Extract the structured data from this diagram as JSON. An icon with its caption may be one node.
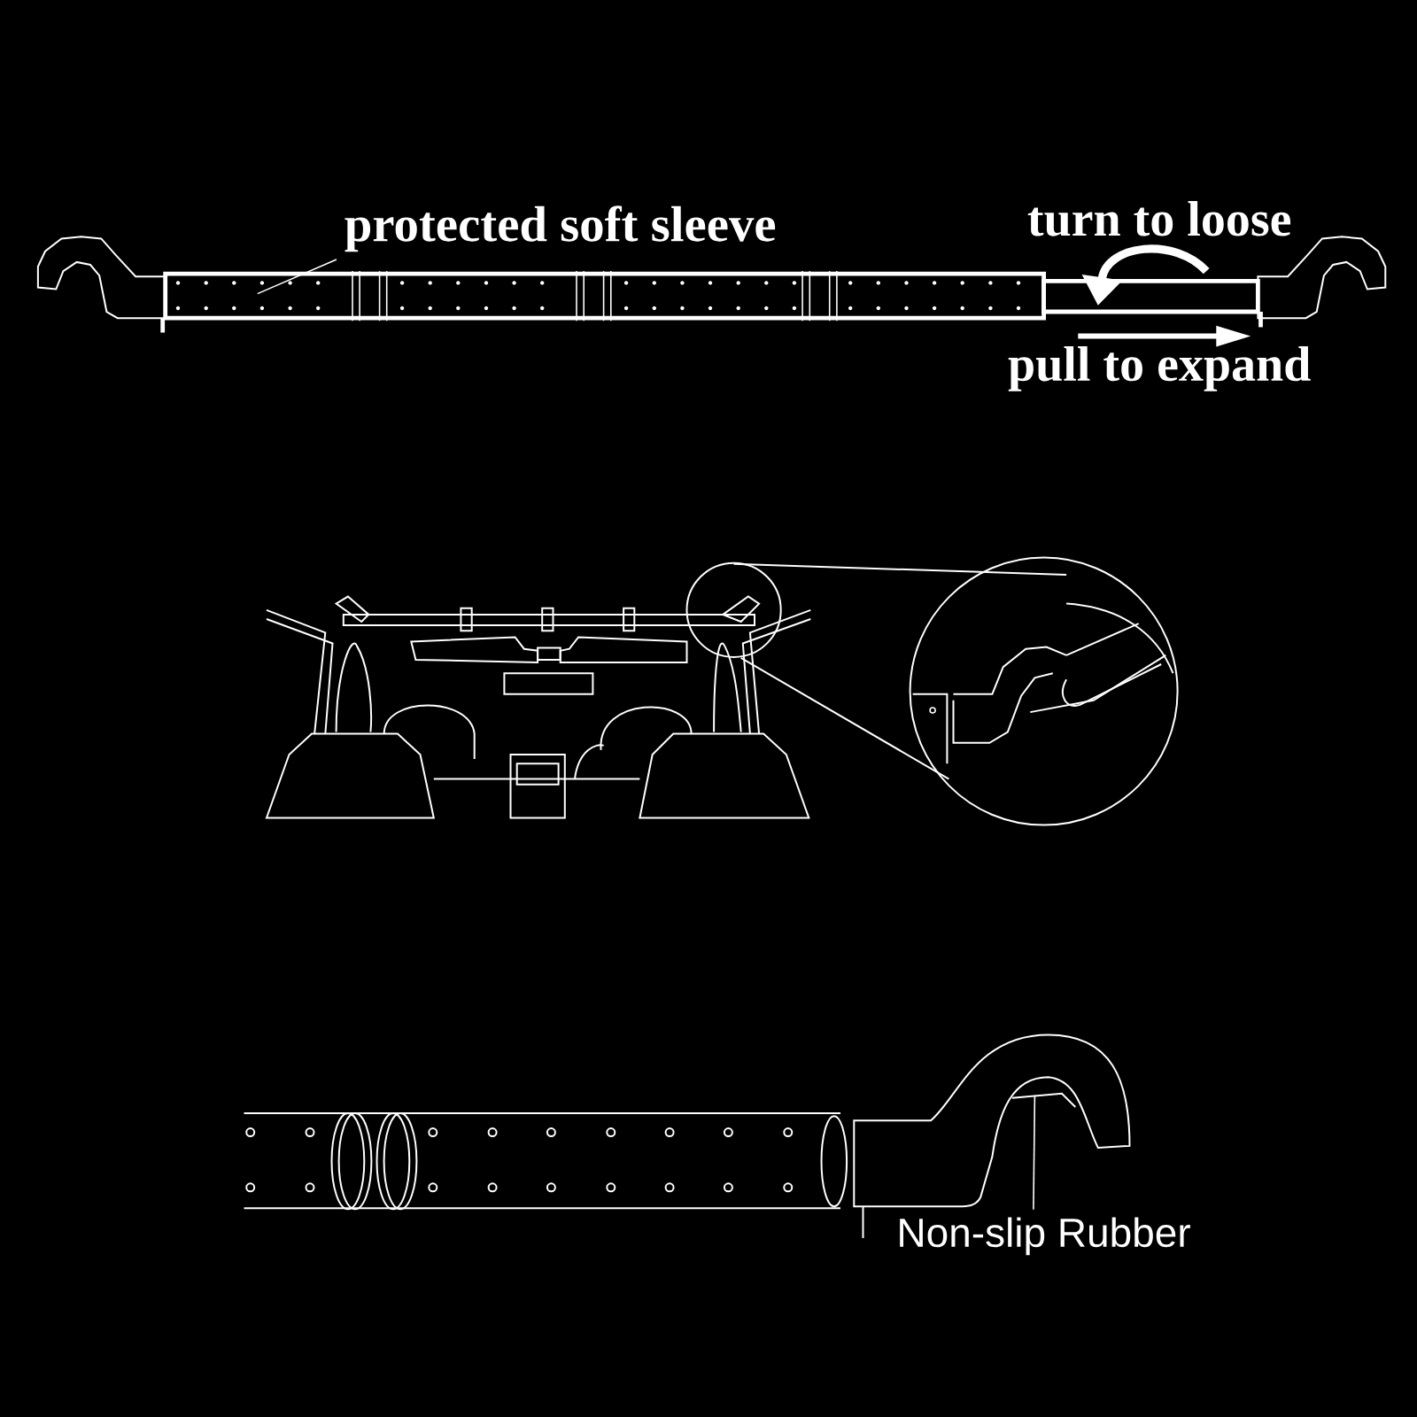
{
  "diagram": {
    "nodes": [
      {
        "text": [
          "protected soft sleeve"
        ]
      },
      {
        "text": [
          "Non-slip Rubber"
        ]
      }
    ],
    "edges": [
      {
        "from": 0,
        "to": null,
        "arrow": "none"
      },
      {
        "from": 1,
        "to": null,
        "arrow": "none"
      }
    ],
    "labels": [
      "turn to loose",
      "pull to expand"
    ]
  }
}
